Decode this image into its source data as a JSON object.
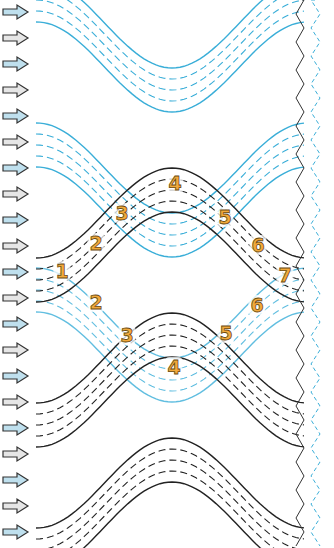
{
  "diagram": {
    "labels": [
      "4",
      "3",
      "5",
      "2",
      "6",
      "1",
      "7",
      "2",
      "6",
      "3",
      "5",
      "4"
    ]
  }
}
